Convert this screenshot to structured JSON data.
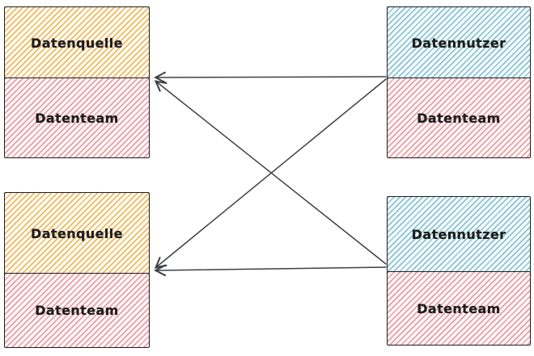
{
  "diagram": {
    "boxes": [
      {
        "id": "top-left",
        "top_label": "Datenquelle",
        "bottom_label": "Datenteam",
        "top_type": "source"
      },
      {
        "id": "top-right",
        "top_label": "Datennutzer",
        "bottom_label": "Datenteam",
        "top_type": "consumer"
      },
      {
        "id": "bottom-left",
        "top_label": "Datenquelle",
        "bottom_label": "Datenteam",
        "top_type": "source"
      },
      {
        "id": "bottom-right",
        "top_label": "Datennutzer",
        "bottom_label": "Datenteam",
        "top_type": "consumer"
      }
    ],
    "connections": [
      {
        "from": "top-right",
        "to": "top-left"
      },
      {
        "from": "top-right",
        "to": "bottom-left"
      },
      {
        "from": "bottom-right",
        "to": "top-left"
      },
      {
        "from": "bottom-right",
        "to": "bottom-left"
      }
    ],
    "colors": {
      "source_fill": "#f0a639",
      "consumer_fill": "#64b2c7",
      "team_fill": "#e07685",
      "stroke": "#1e1e1e",
      "arrow": "#3d4045"
    }
  }
}
